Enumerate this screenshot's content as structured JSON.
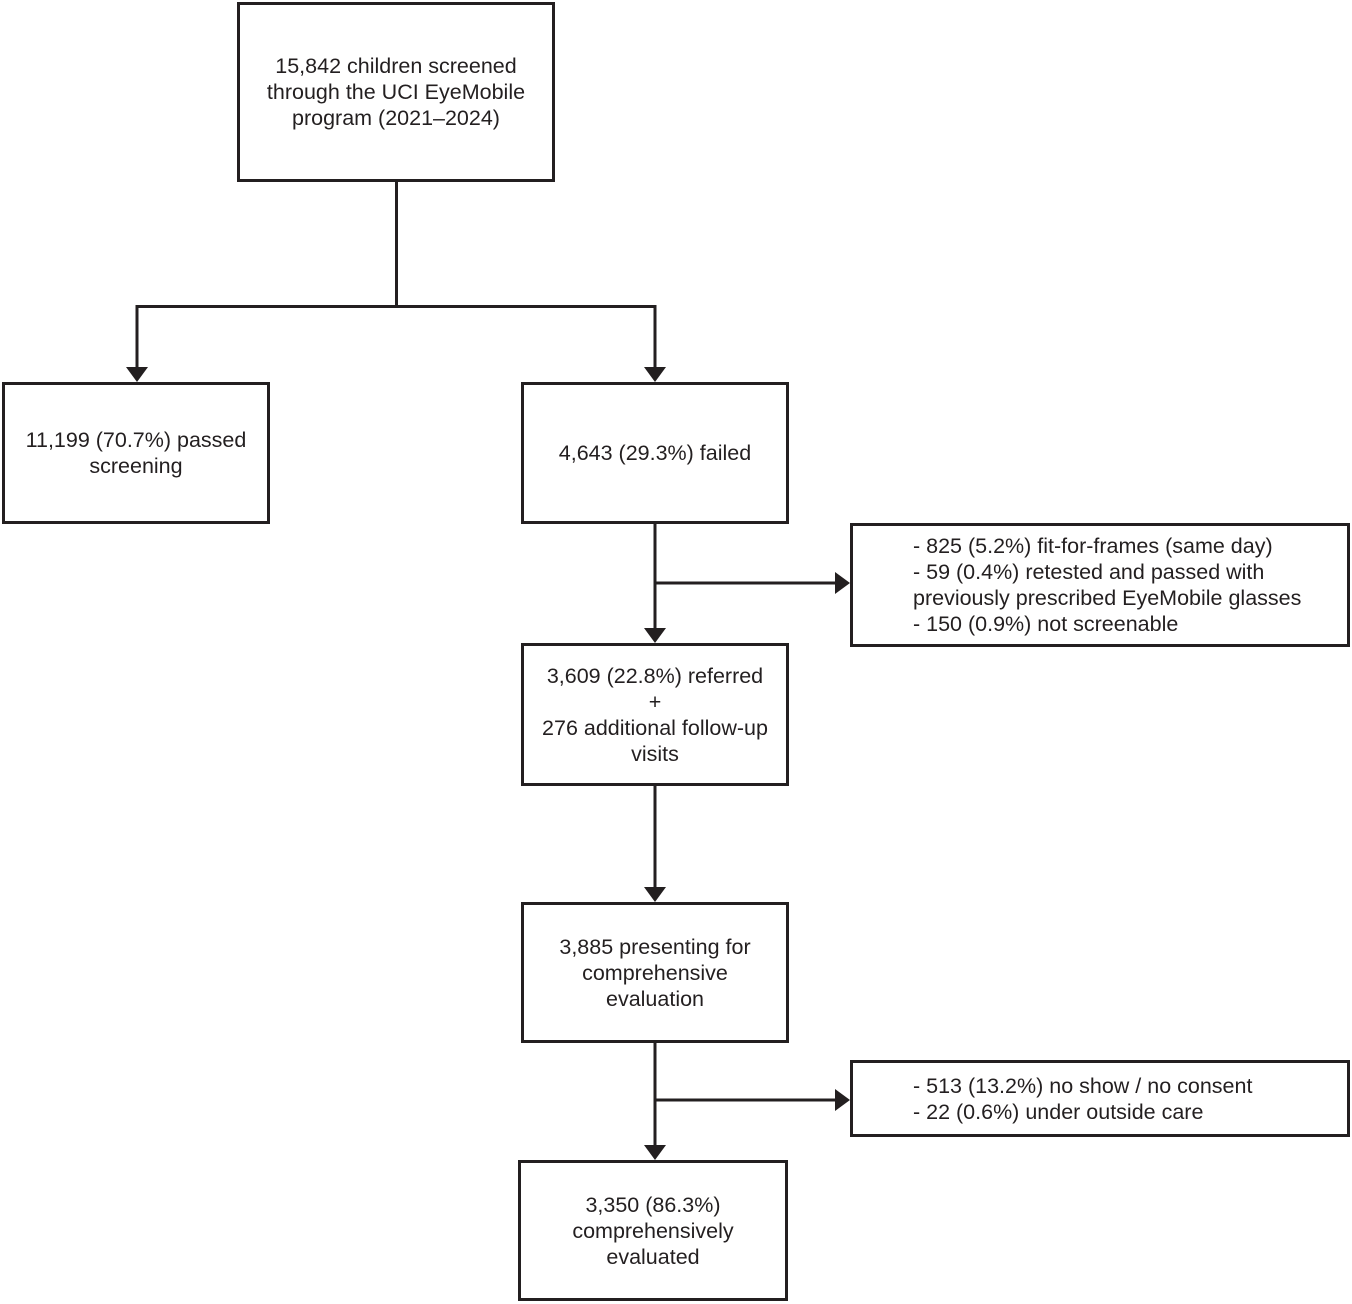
{
  "colors": {
    "line": "#231f20",
    "box_border": "#231f20",
    "box_background": "#ffffff",
    "page_background": "#ffffff"
  },
  "flowchart": {
    "nodes": {
      "screened": {
        "text": "15,842 children screened\nthrough the UCI EyeMobile\nprogram (2021–2024)"
      },
      "passed": {
        "text": "11,199 (70.7%) passed\nscreening"
      },
      "failed": {
        "text": "4,643 (29.3%) failed"
      },
      "screening_exclusions": {
        "text": "- 825 (5.2%) fit-for-frames (same day)\n- 59 (0.4%) retested and passed with\npreviously prescribed EyeMobile glasses\n- 150 (0.9%) not screenable"
      },
      "referred": {
        "text": "3,609 (22.8%) referred\n+\n276 additional follow-up\nvisits"
      },
      "presenting": {
        "text": "3,885 presenting for\ncomprehensive\nevaluation"
      },
      "evaluation_exclusions": {
        "text": "- 513 (13.2%) no show / no consent\n- 22 (0.6%) under outside care"
      },
      "evaluated": {
        "text": "3,350 (86.3%)\ncomprehensively\nevaluated"
      }
    },
    "edges": [
      {
        "from": "screened",
        "to": "passed"
      },
      {
        "from": "screened",
        "to": "failed"
      },
      {
        "from": "failed",
        "to": "referred"
      },
      {
        "from": "failed",
        "to": "screening_exclusions"
      },
      {
        "from": "referred",
        "to": "presenting"
      },
      {
        "from": "presenting",
        "to": "evaluated"
      },
      {
        "from": "presenting",
        "to": "evaluation_exclusions"
      }
    ]
  }
}
